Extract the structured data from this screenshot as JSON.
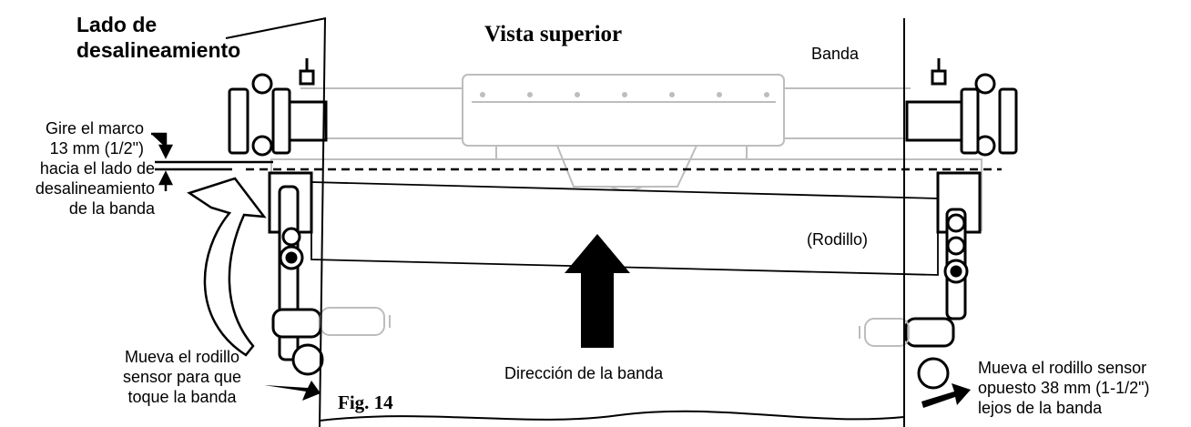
{
  "labels": {
    "misalign_side_line1": "Lado de",
    "misalign_side_line2": "desalineamiento",
    "top_view": "Vista superior",
    "belt": "Banda",
    "turn_frame_line1": "Gire el marco",
    "turn_frame_line2": "13 mm (1/2\")",
    "turn_frame_line3": "hacia el lado de",
    "turn_frame_line4": "desalineamiento",
    "turn_frame_line5": "de la banda",
    "roller": "(Rodillo)",
    "belt_direction": "Dirección de la banda",
    "move_sensor_line1": "Mueva el rodillo",
    "move_sensor_line2": "sensor para que",
    "move_sensor_line3": "toque la banda",
    "opposite_sensor_line1": "Mueva el rodillo sensor",
    "opposite_sensor_line2": "opuesto 38 mm (1-1/2\")",
    "opposite_sensor_line3": "lejos de la banda",
    "figure": "Fig. 14"
  },
  "colors": {
    "ink": "#000000",
    "faint": "#bfbfbf"
  }
}
